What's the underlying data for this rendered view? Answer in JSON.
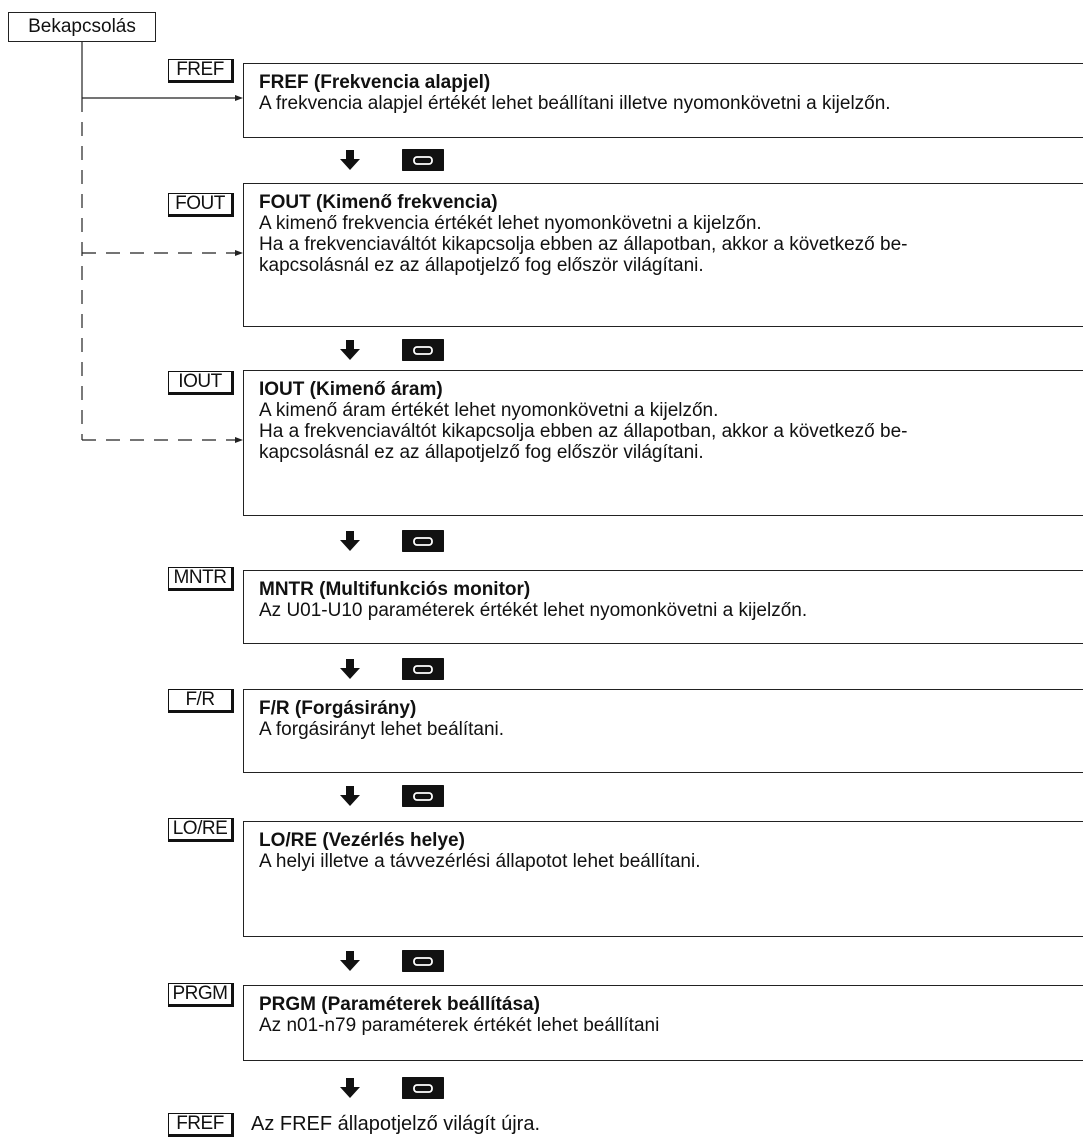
{
  "start_label": "Bekapcsolás",
  "steps": [
    {
      "indicator": "FREF",
      "title": "FREF (Frekvencia alapjel)",
      "desc": "A frekvencia alapjel értékét lehet beállítani illetve nyomonkövetni a kijelzőn."
    },
    {
      "indicator": "FOUT",
      "title": "FOUT (Kimenő frekvencia)",
      "desc": "A kimenő frekvencia értékét lehet nyomonkövetni a kijelzőn.\nHa a frekvenciaváltót kikapcsolja ebben az állapotban, akkor a következő be-\nkapcsolásnál ez az állapotjelző fog először világítani."
    },
    {
      "indicator": "IOUT",
      "title": "IOUT (Kimenő áram)",
      "desc": "A kimenő áram értékét lehet nyomonkövetni a kijelzőn.\nHa a frekvenciaváltót kikapcsolja ebben az állapotban, akkor a következő be-\nkapcsolásnál ez az állapotjelző fog először világítani."
    },
    {
      "indicator": "MNTR",
      "title": "MNTR (Multifunkciós monitor)",
      "desc": "Az U01-U10 paraméterek értékét lehet nyomonkövetni a kijelzőn."
    },
    {
      "indicator": "F/R",
      "title": "F/R (Forgásirány)",
      "desc": "A forgásirányt lehet beálítani."
    },
    {
      "indicator": "LO/RE",
      "title": "LO/RE (Vezérlés helye)",
      "desc": "A helyi illetve a távvezérlési állapotot lehet beállítani."
    },
    {
      "indicator": "PRGM",
      "title": "PRGM (Paraméterek beállítása)",
      "desc": "Az n01-n79 paraméterek értékét lehet beállítani"
    }
  ],
  "final": {
    "indicator": "FREF",
    "text": "Az FREF állapotjelző világít újra."
  },
  "icons": {
    "step_arrow": "down-arrow-icon",
    "key": "cycle-key-icon"
  }
}
